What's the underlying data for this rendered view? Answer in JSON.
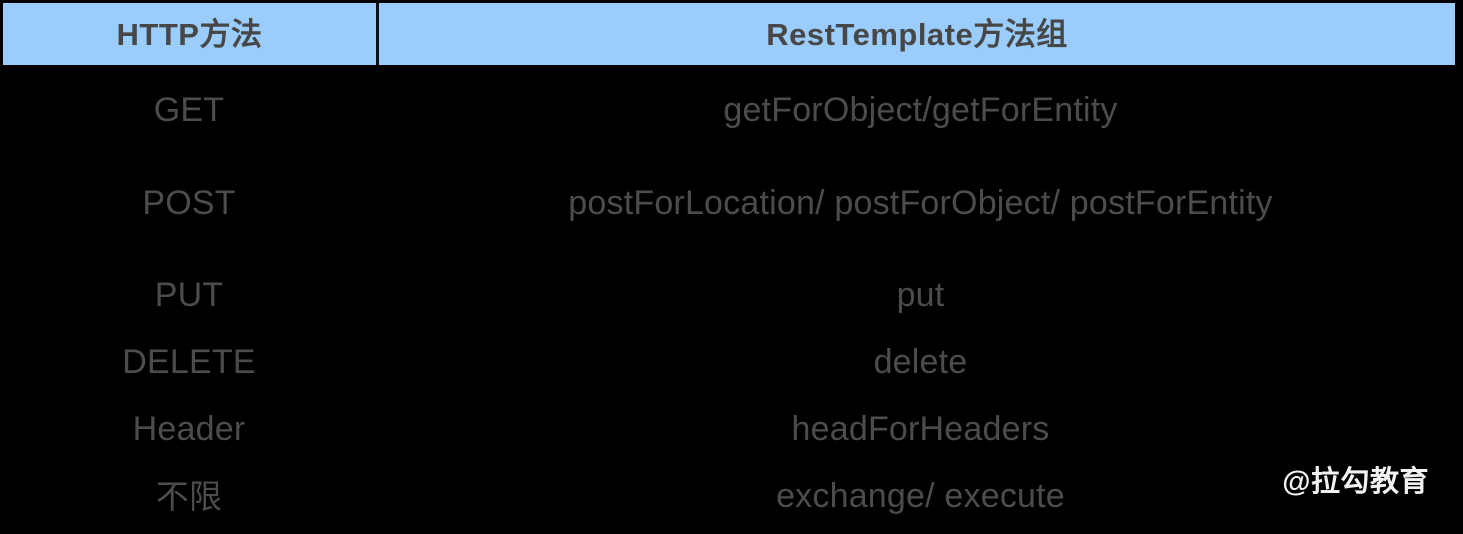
{
  "table": {
    "columns": [
      {
        "key": "method",
        "label": "HTTP方法"
      },
      {
        "key": "api",
        "label": "RestTemplate方法组"
      }
    ],
    "header_background": "#9accfc",
    "header_text_color": "#474747",
    "body_text_color": "#4c4c4c",
    "page_background": "#000000",
    "rows": [
      {
        "method": "GET",
        "api": "getForObject/getForEntity"
      },
      {
        "method": "POST",
        "api": "postForLocation/ postForObject/ postForEntity"
      },
      {
        "method": "PUT",
        "api": "put"
      },
      {
        "method": "DELETE",
        "api": "delete"
      },
      {
        "method": "Header",
        "api": "headForHeaders"
      },
      {
        "method": "不限",
        "api": "exchange/ execute"
      }
    ]
  },
  "watermark": {
    "text": "@拉勾教育",
    "color": "#f2f2f2"
  }
}
